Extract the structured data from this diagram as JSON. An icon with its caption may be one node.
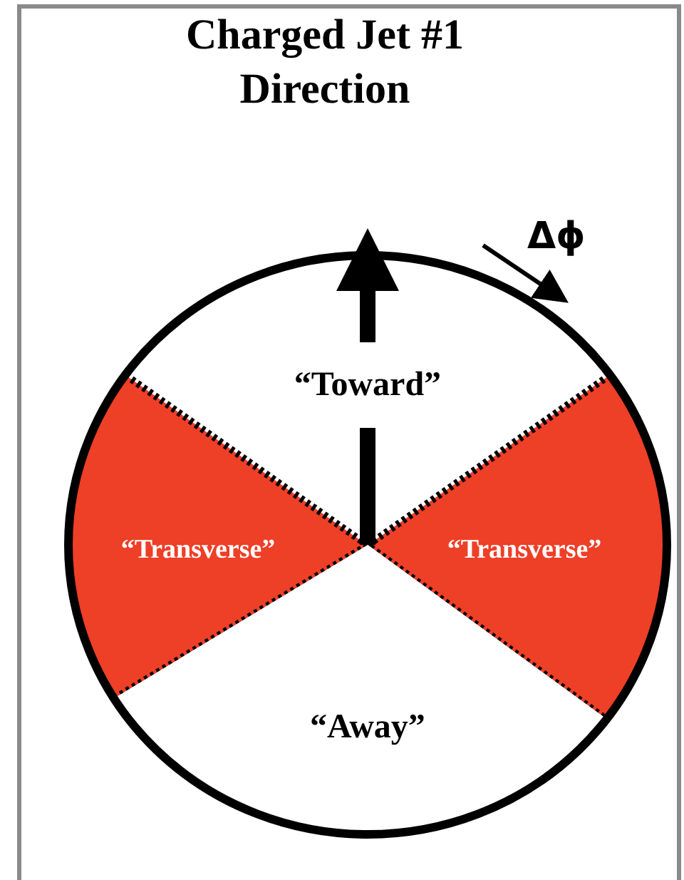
{
  "diagram": {
    "title": "Charged Jet #1 Direction",
    "nodes": [
      {
        "text": [
          "“Toward”"
        ]
      },
      {
        "text": [
          "“Transverse”"
        ]
      },
      {
        "text": [
          "“Transverse”"
        ]
      },
      {
        "text": [
          "“Away”"
        ]
      }
    ],
    "labels": [
      "Δϕ"
    ]
  }
}
